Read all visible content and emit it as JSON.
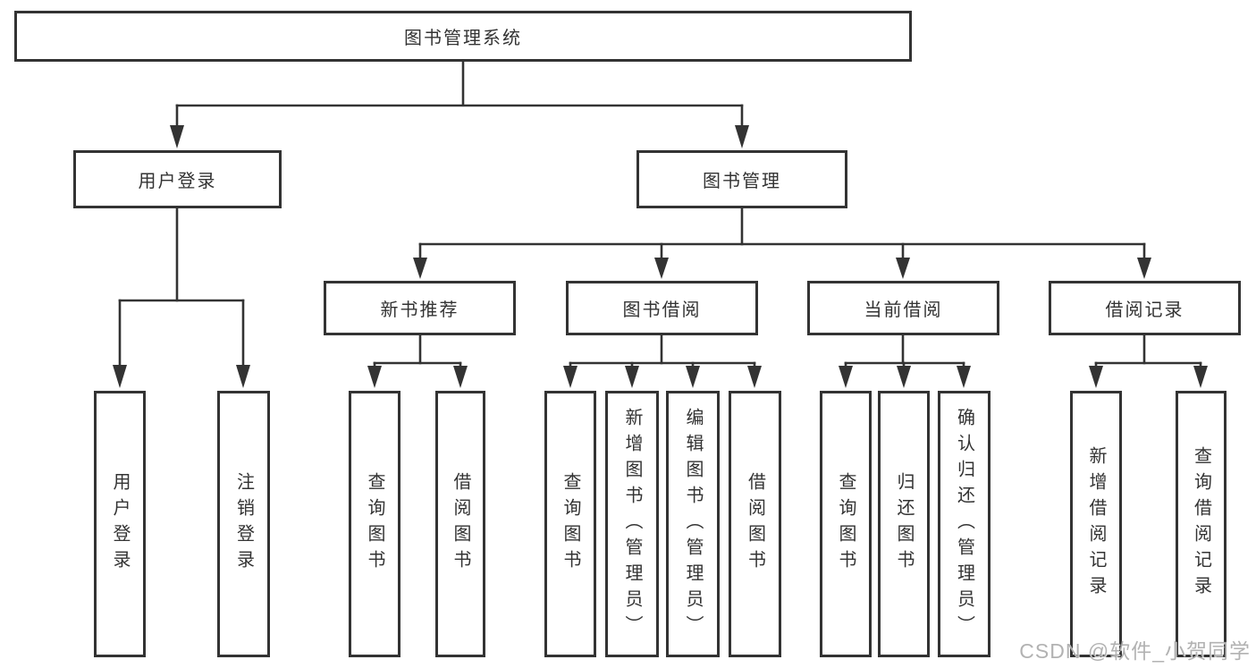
{
  "tree": {
    "root_label": "图书管理系统",
    "branches": [
      {
        "label": "用户登录",
        "leaves": [
          "用户登录",
          "注销登录"
        ]
      },
      {
        "label": "图书管理",
        "groups": [
          {
            "label": "新书推荐",
            "leaves": [
              "查询图书",
              "借阅图书"
            ]
          },
          {
            "label": "图书借阅",
            "leaves": [
              "查询图书",
              "新增图书（管理员）",
              "编辑图书（管理员）",
              "借阅图书"
            ]
          },
          {
            "label": "当前借阅",
            "leaves": [
              "查询图书",
              "归还图书",
              "确认归还（管理员）"
            ]
          },
          {
            "label": "借阅记录",
            "leaves": [
              "新增借阅记录",
              "查询借阅记录"
            ]
          }
        ]
      }
    ]
  },
  "watermark": {
    "text": "CSDN @软件_小贺同学"
  },
  "colors": {
    "line": "#333333",
    "border": "#333333",
    "text": "#333333",
    "background": "#ffffff",
    "watermark": "#ababab"
  }
}
